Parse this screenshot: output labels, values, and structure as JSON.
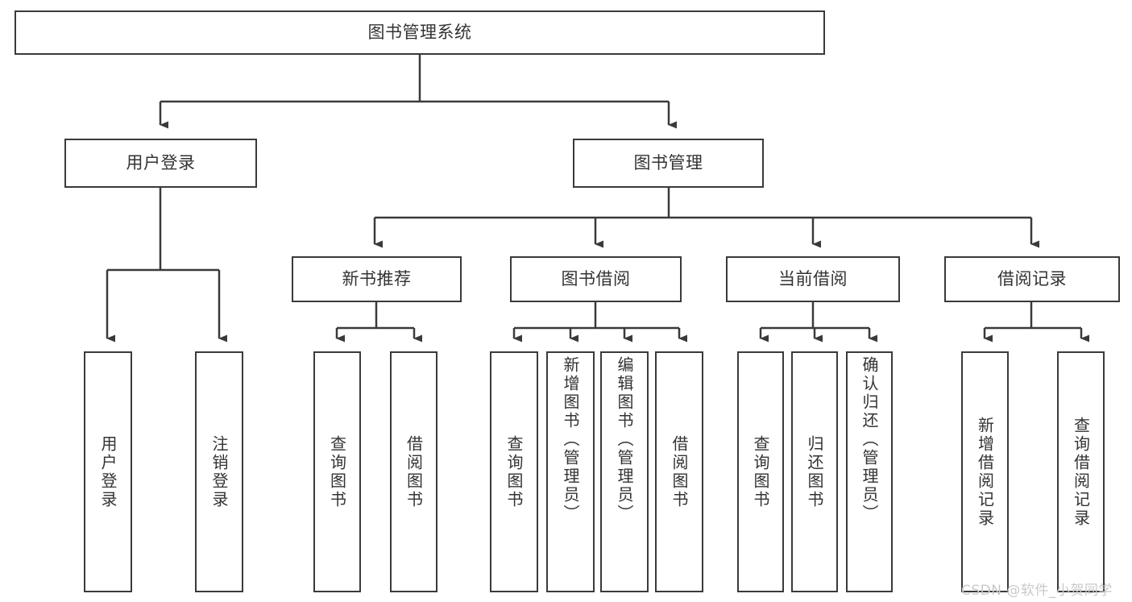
{
  "diagram": {
    "title": "图书管理系统",
    "type": "功能结构图",
    "stroke_color": "#3a3a3a",
    "text_color": "#333333",
    "background_color": "#ffffff"
  },
  "root": {
    "label": "图书管理系统"
  },
  "level1": [
    {
      "label": "用户登录"
    },
    {
      "label": "图书管理"
    }
  ],
  "level2": [
    {
      "label": "新书推荐"
    },
    {
      "label": "图书借阅"
    },
    {
      "label": "当前借阅"
    },
    {
      "label": "借阅记录"
    }
  ],
  "leaves": {
    "user_login": [
      {
        "label": "用户登录"
      },
      {
        "label": "注销登录"
      }
    ],
    "new_book": [
      {
        "label": "查询图书"
      },
      {
        "label": "借阅图书"
      }
    ],
    "book_borrow": [
      {
        "label": "查询图书"
      },
      {
        "label": "新增图书（管理员）"
      },
      {
        "label": "编辑图书（管理员）"
      },
      {
        "label": "借阅图书"
      }
    ],
    "current_borrow": [
      {
        "label": "查询图书"
      },
      {
        "label": "归还图书"
      },
      {
        "label": "确认归还（管理员）"
      }
    ],
    "borrow_record": [
      {
        "label": "新增借阅记录"
      },
      {
        "label": "查询借阅记录"
      }
    ]
  },
  "watermark": {
    "text": "CSDN @软件_小贺同学"
  }
}
